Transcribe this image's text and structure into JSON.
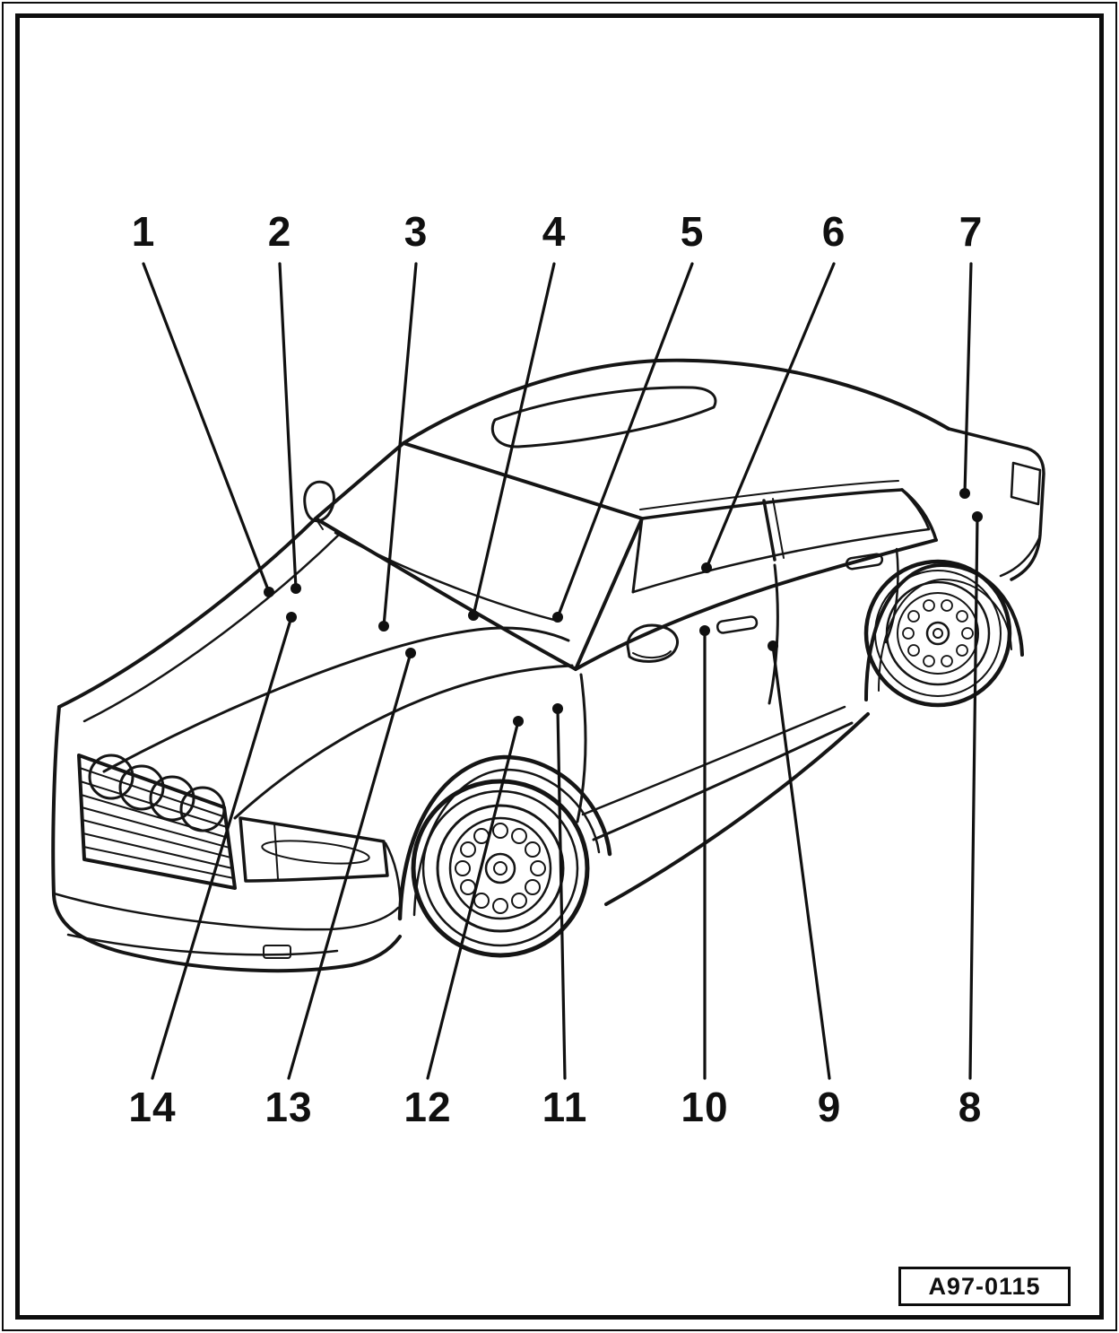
{
  "figure": {
    "code": "A97-0115"
  },
  "callouts": {
    "items": [
      {
        "label": "1"
      },
      {
        "label": "2"
      },
      {
        "label": "3"
      },
      {
        "label": "4"
      },
      {
        "label": "5"
      },
      {
        "label": "6"
      },
      {
        "label": "7"
      },
      {
        "label": "14"
      },
      {
        "label": "13"
      },
      {
        "label": "12"
      },
      {
        "label": "11"
      },
      {
        "label": "10"
      },
      {
        "label": "9"
      },
      {
        "label": "8"
      }
    ]
  }
}
